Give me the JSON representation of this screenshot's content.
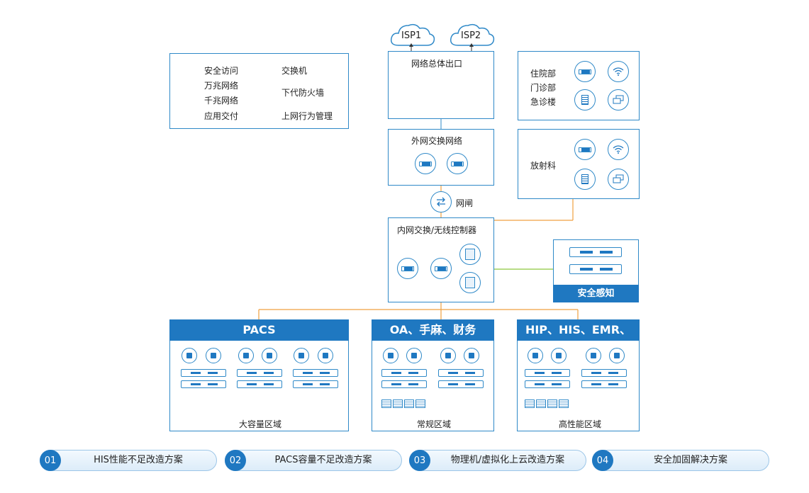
{
  "clouds": [
    "ISP1",
    "ISP2"
  ],
  "legend": {
    "items": [
      "安全访问",
      "万兆网络",
      "千兆网络",
      "应用交付",
      "交换机",
      "下代防火墙",
      "上网行为管理"
    ]
  },
  "boxes": {
    "exit": "网络总体出口",
    "outer_switch": "外网交换网络",
    "gateway": "网闸",
    "inner_switch": "内网交换/无线控制器",
    "dept1": [
      "住院部",
      "门诊部",
      "急诊楼"
    ],
    "dept2": "放射科",
    "security": "安全感知"
  },
  "zones": [
    {
      "title": "PACS",
      "label": "大容量区域"
    },
    {
      "title": "OA、手麻、财务",
      "label": "常规区域"
    },
    {
      "title": "HIP、HIS、EMR、LIS",
      "label": "高性能区域"
    }
  ],
  "solutions": [
    {
      "num": "01",
      "text": "HIS性能不足改造方案"
    },
    {
      "num": "02",
      "text": "PACS容量不足改造方案"
    },
    {
      "num": "03",
      "text": "物理机/虚拟化上云改造方案"
    },
    {
      "num": "04",
      "text": "安全加固解决方案"
    }
  ],
  "colors": {
    "accent": "#1f78c1",
    "border": "#2f89c8",
    "orange": "#f0a040",
    "green": "#8cc63f"
  }
}
